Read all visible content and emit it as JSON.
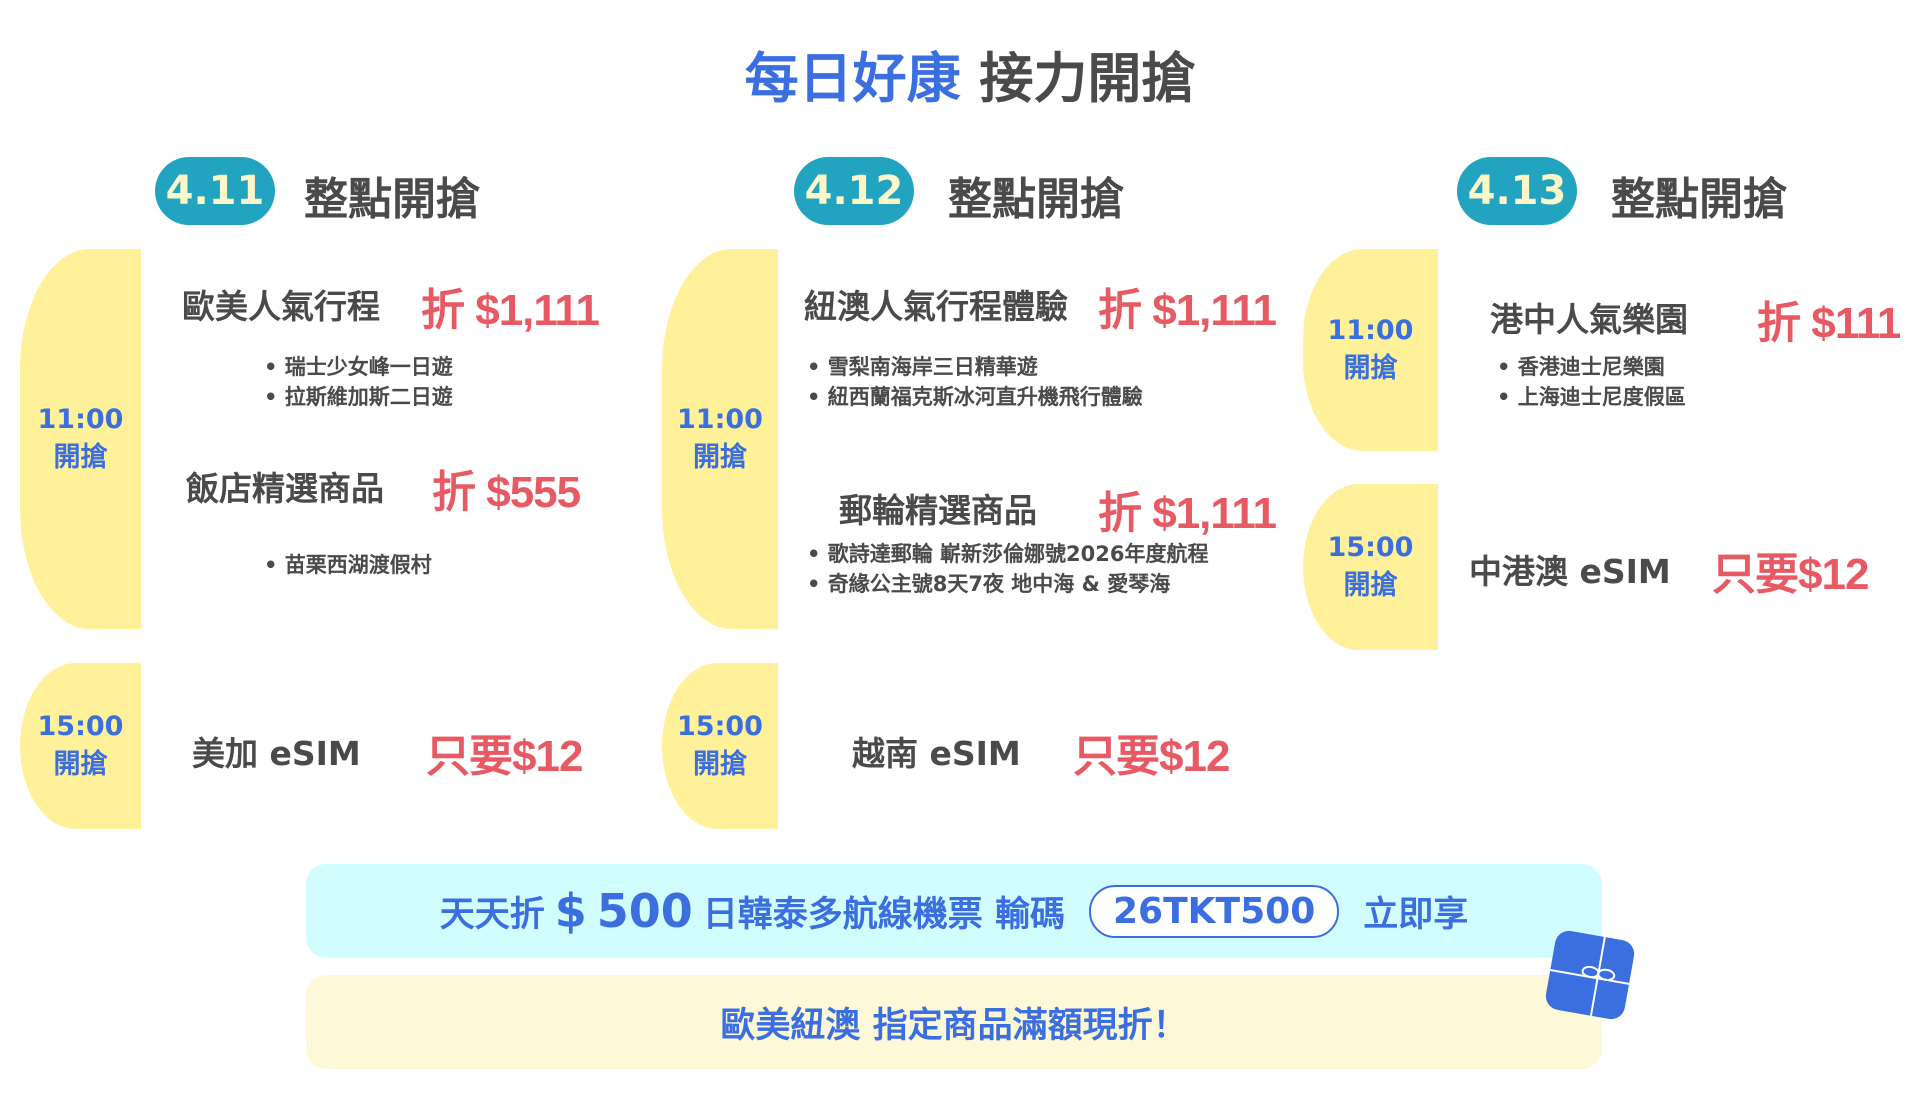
{
  "title": {
    "highlight": "每日好康",
    "rest": "接力開搶"
  },
  "days": [
    {
      "date": "4.11",
      "label": "整點開搶"
    },
    {
      "date": "4.12",
      "label": "整點開搶"
    },
    {
      "date": "4.13",
      "label": "整點開搶"
    }
  ],
  "col1": {
    "slot1": {
      "time": "11:00",
      "action": "開搶",
      "item1": {
        "name": "歐美人氣行程",
        "price": "折 $1,111",
        "bullets": [
          "瑞士少女峰一日遊",
          "拉斯維加斯二日遊"
        ]
      },
      "item2": {
        "name": "飯店精選商品",
        "price": "折 $555",
        "bullets": [
          "苗栗西湖渡假村"
        ]
      }
    },
    "slot2": {
      "time": "15:00",
      "action": "開搶",
      "name": "美加 eSIM",
      "price": "只要$12"
    }
  },
  "col2": {
    "slot1": {
      "time": "11:00",
      "action": "開搶",
      "item1": {
        "name": "紐澳人氣行程體驗",
        "price": "折 $1,111",
        "bullets": [
          "雪梨南海岸三日精華遊",
          "紐西蘭福克斯冰河直升機飛行體驗"
        ]
      },
      "item2": {
        "name": "郵輪精選商品",
        "price": "折 $1,111",
        "bullets": [
          "歌詩達郵輪 嶄新莎倫娜號2026年度航程",
          "奇緣公主號8天7夜 地中海 & 愛琴海"
        ]
      }
    },
    "slot2": {
      "time": "15:00",
      "action": "開搶",
      "name": "越南 eSIM",
      "price": "只要$12"
    }
  },
  "col3": {
    "slot1": {
      "time": "11:00",
      "action": "開搶",
      "name": "港中人氣樂園",
      "price": "折 $111",
      "bullets": [
        "香港迪士尼樂園",
        "上海迪士尼度假區"
      ]
    },
    "slot2": {
      "time": "15:00",
      "action": "開搶",
      "name": "中港澳 eSIM",
      "price": "只要$12"
    }
  },
  "banner1": {
    "prefix": "天天折",
    "currency": "$",
    "amount": "500",
    "middle": "日韓泰多航線機票 輸碼",
    "code": "26TKT500",
    "suffix": "立即享"
  },
  "banner2": {
    "text": "歐美紐澳 指定商品滿額現折！"
  }
}
